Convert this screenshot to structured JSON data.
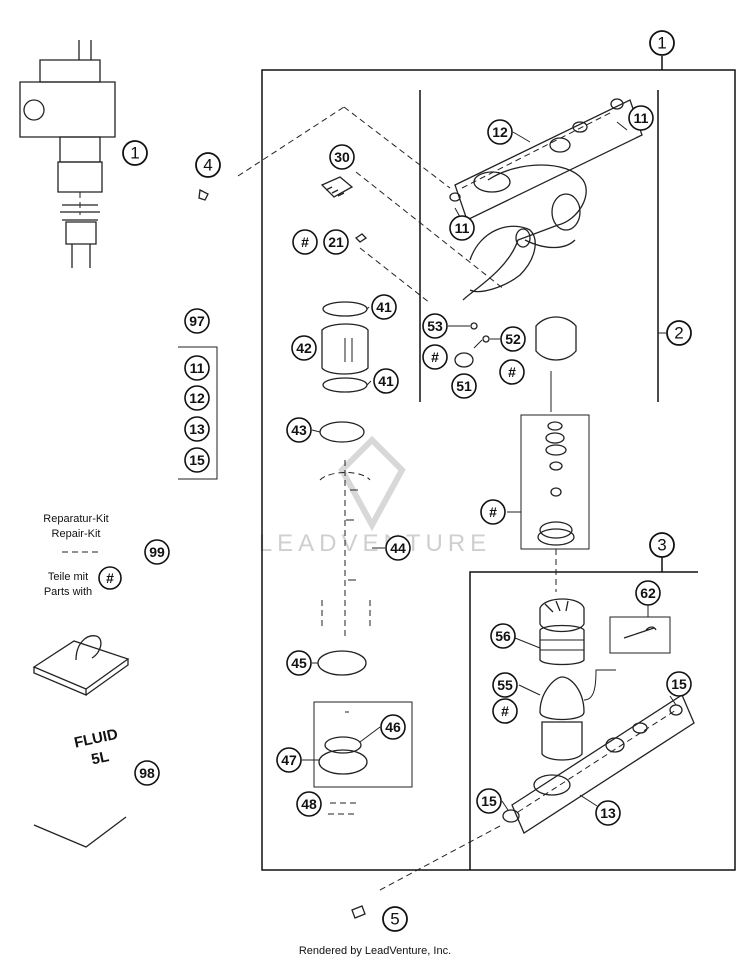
{
  "callouts": {
    "c1_top": "1",
    "c1_left": "1",
    "c2": "2",
    "c3": "3",
    "c4": "4",
    "c5": "5",
    "c11_a": "11",
    "c11_b": "11",
    "c12": "12",
    "c30": "30",
    "c21": "21",
    "c41_a": "41",
    "c41_b": "41",
    "c42": "42",
    "c43": "43",
    "c44": "44",
    "c45": "45",
    "c46": "46",
    "c47": "47",
    "c48": "48",
    "c53": "53",
    "c52": "52",
    "c51": "51",
    "c56": "56",
    "c55": "55",
    "c62": "62",
    "c15_a": "15",
    "c15_b": "15",
    "c13": "13",
    "c97": "97",
    "k11": "11",
    "k12": "12",
    "k13": "13",
    "k15": "15",
    "c99": "99",
    "c98": "98"
  },
  "hash": "#",
  "kit": {
    "line1": "Reparatur-Kit",
    "line2": "Repair-Kit",
    "line3": "Teile mit",
    "line4": "Parts with"
  },
  "fluid": {
    "line1": "FLUID",
    "line2": "5L"
  },
  "watermark": "LEADVENTURE",
  "footer": "Rendered by LeadVenture, Inc."
}
